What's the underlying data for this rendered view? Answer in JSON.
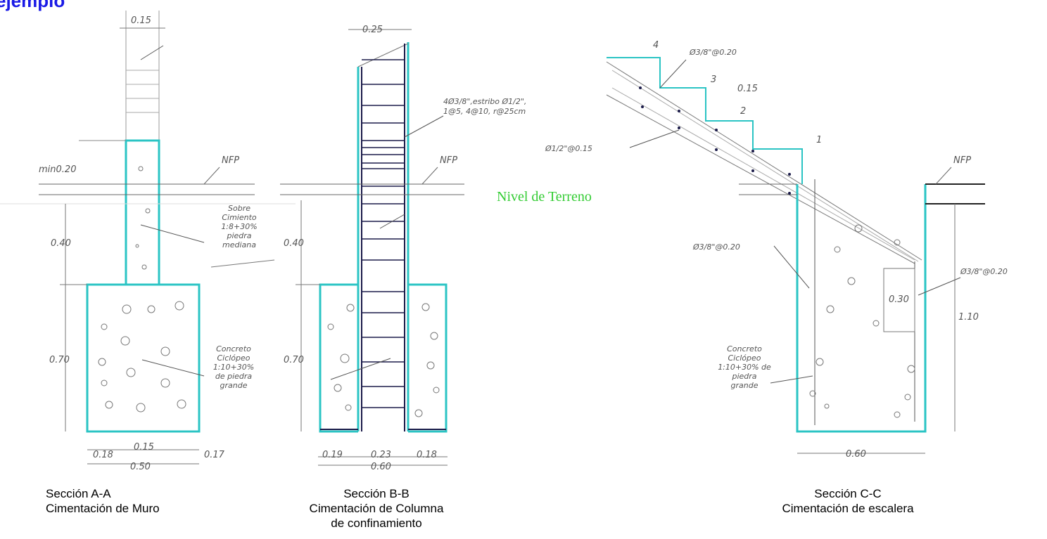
{
  "header": {
    "partial_text": "ejemplo",
    "color": "#1a1ae6"
  },
  "colors": {
    "outline": "#2bc4c4",
    "rebar": "#1b1b4a",
    "line": "#777777",
    "terrain_label": "#33cc33"
  },
  "terrain_label": "Nivel de Terreno",
  "sections": [
    {
      "caption_line1": "Sección A-A",
      "caption_line2": "Cimentación de Muro",
      "dims": {
        "top_width": "0.15",
        "min": "min0.20",
        "nfp": "NFP",
        "sobre_height": "0.40",
        "base_height": "0.70",
        "left": "0.18",
        "center": "0.15",
        "right": "0.17",
        "total": "0.50"
      },
      "notes": {
        "sobre": [
          "Sobre",
          "Cimiento",
          "1:8+30%",
          "piedra",
          "mediana"
        ],
        "concreto": [
          "Concreto",
          "Ciclópeo",
          "1:10+30%",
          "de piedra",
          "grande"
        ]
      }
    },
    {
      "caption_line1": "Sección B-B",
      "caption_line2": "Cimentación de Columna",
      "caption_line3": "de confinamiento",
      "dims": {
        "top_width": "0.25",
        "nfp": "NFP",
        "sobre_height": "0.40",
        "base_height": "0.70",
        "left": "0.19",
        "center": "0.23",
        "right": "0.18",
        "total": "0.60"
      },
      "notes": {
        "rebar": [
          "4Ø3/8\",estribo Ø1/2\",",
          "1@5, 4@10, r@25cm"
        ]
      }
    },
    {
      "caption_line1": "Sección C-C",
      "caption_line2": "Cimentación de escalera",
      "dims": {
        "step_a": "4",
        "step_b": "3",
        "step_c": "2",
        "step_d": "1",
        "thickness": "0.15",
        "nfp": "NFP",
        "depth": "1.10",
        "inner": "0.30",
        "total": "0.60"
      },
      "notes": {
        "rebar_top": "Ø3/8\"@0.20",
        "rebar_slab": "Ø1/2\"@0.15",
        "rebar_left": "Ø3/8\"@0.20",
        "rebar_right": "Ø3/8\"@0.20",
        "concreto": [
          "Concreto",
          "Ciclópeo",
          "1:10+30% de",
          "piedra",
          "grande"
        ]
      }
    }
  ]
}
